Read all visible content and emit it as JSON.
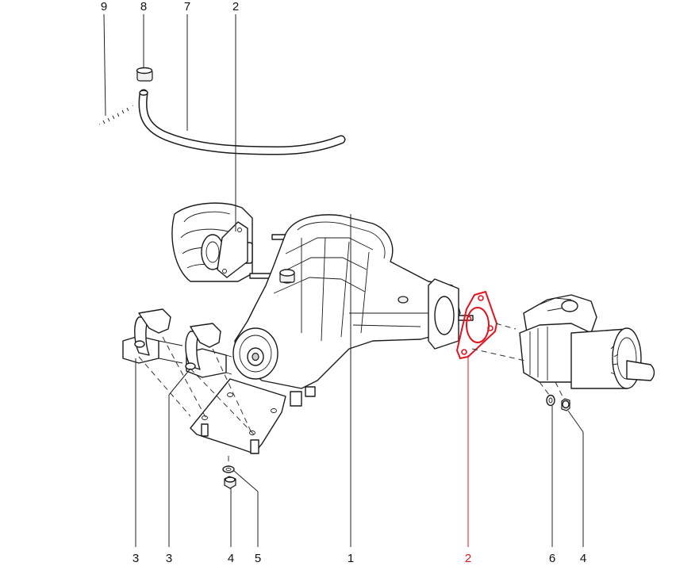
{
  "diagram": {
    "highlight_color": "#e0141e",
    "line_color": "#1a1a1a",
    "callouts_top": [
      "9",
      "8",
      "7",
      "2"
    ],
    "callouts_bottom": [
      "3",
      "3",
      "4",
      "5",
      "1",
      "2",
      "6",
      "4"
    ],
    "highlighted_callout": "2"
  }
}
